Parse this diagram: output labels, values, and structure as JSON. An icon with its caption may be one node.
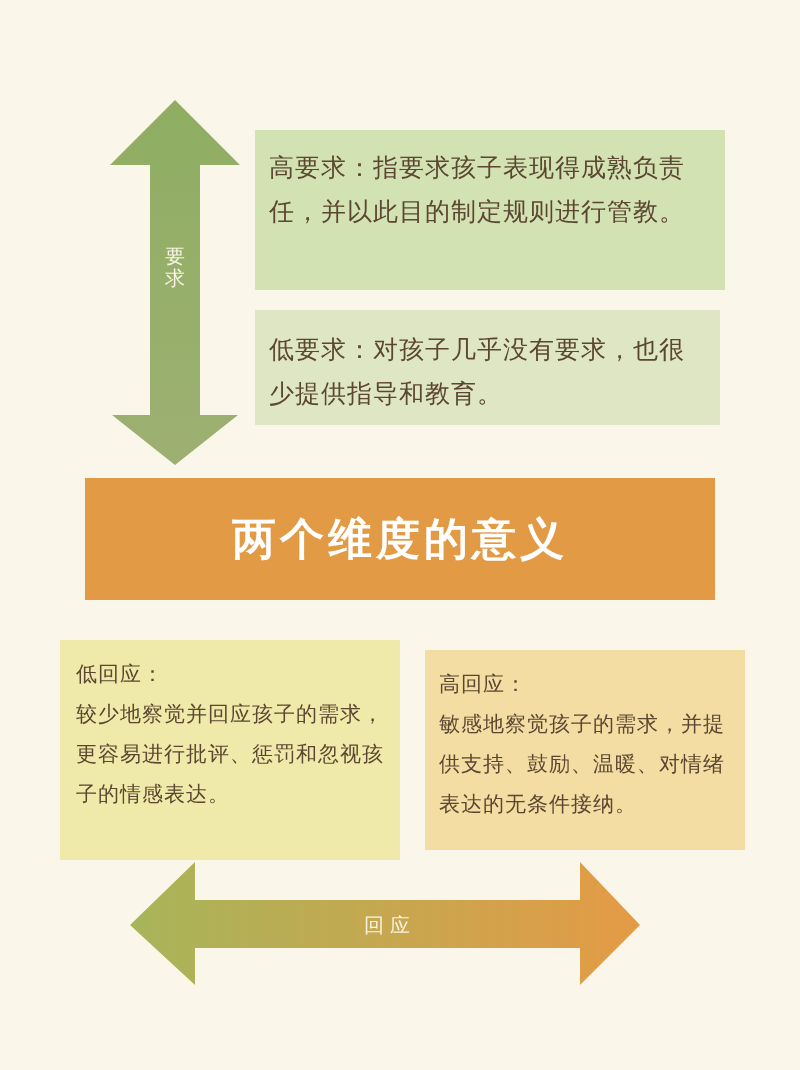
{
  "diagram": {
    "title": "两个维度的意义",
    "nodes": [
      {
        "text": [
          "高要求：指要求孩子表现得成熟负责任，并以此目的制定规则进行管教。"
        ]
      },
      {
        "text": [
          "低要求：对孩子几乎没有要求，也很少提供指导和教育。"
        ]
      },
      {
        "text": [
          "低回应：",
          "较少地察觉并回应孩子的需求，更容易进行批评、惩罚和忽视孩子的情感表达。"
        ]
      },
      {
        "text": [
          "高回应：",
          "敏感地察觉孩子的需求，并提供支持、鼓励、温暖、对情绪表达的无条件接纳。"
        ]
      }
    ],
    "labels": [
      "要求",
      "回应"
    ]
  }
}
